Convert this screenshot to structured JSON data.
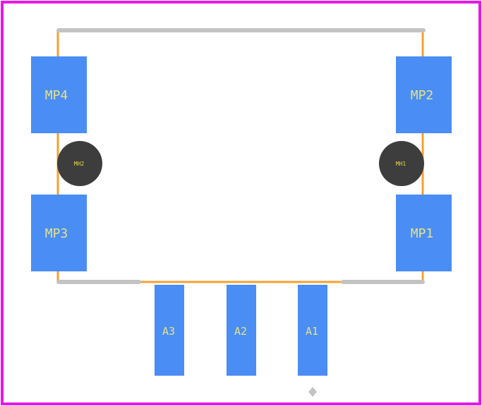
{
  "colors": {
    "board_outline": "#e619e6",
    "pad": "#4a8df5",
    "pad_text": "#e6e28a",
    "hole": "#3d3d3d",
    "hole_text": "#e8d84a",
    "silkscreen": "#c3c3c3",
    "courtyard": "#f5a030",
    "background": "#ffffff"
  },
  "pads": {
    "mp4": "MP4",
    "mp2": "MP2",
    "mp3": "MP3",
    "mp1": "MP1",
    "a3": "A3",
    "a2": "A2",
    "a1": "A1"
  },
  "holes": {
    "mh2": "MH2",
    "mh1": "MH1"
  }
}
